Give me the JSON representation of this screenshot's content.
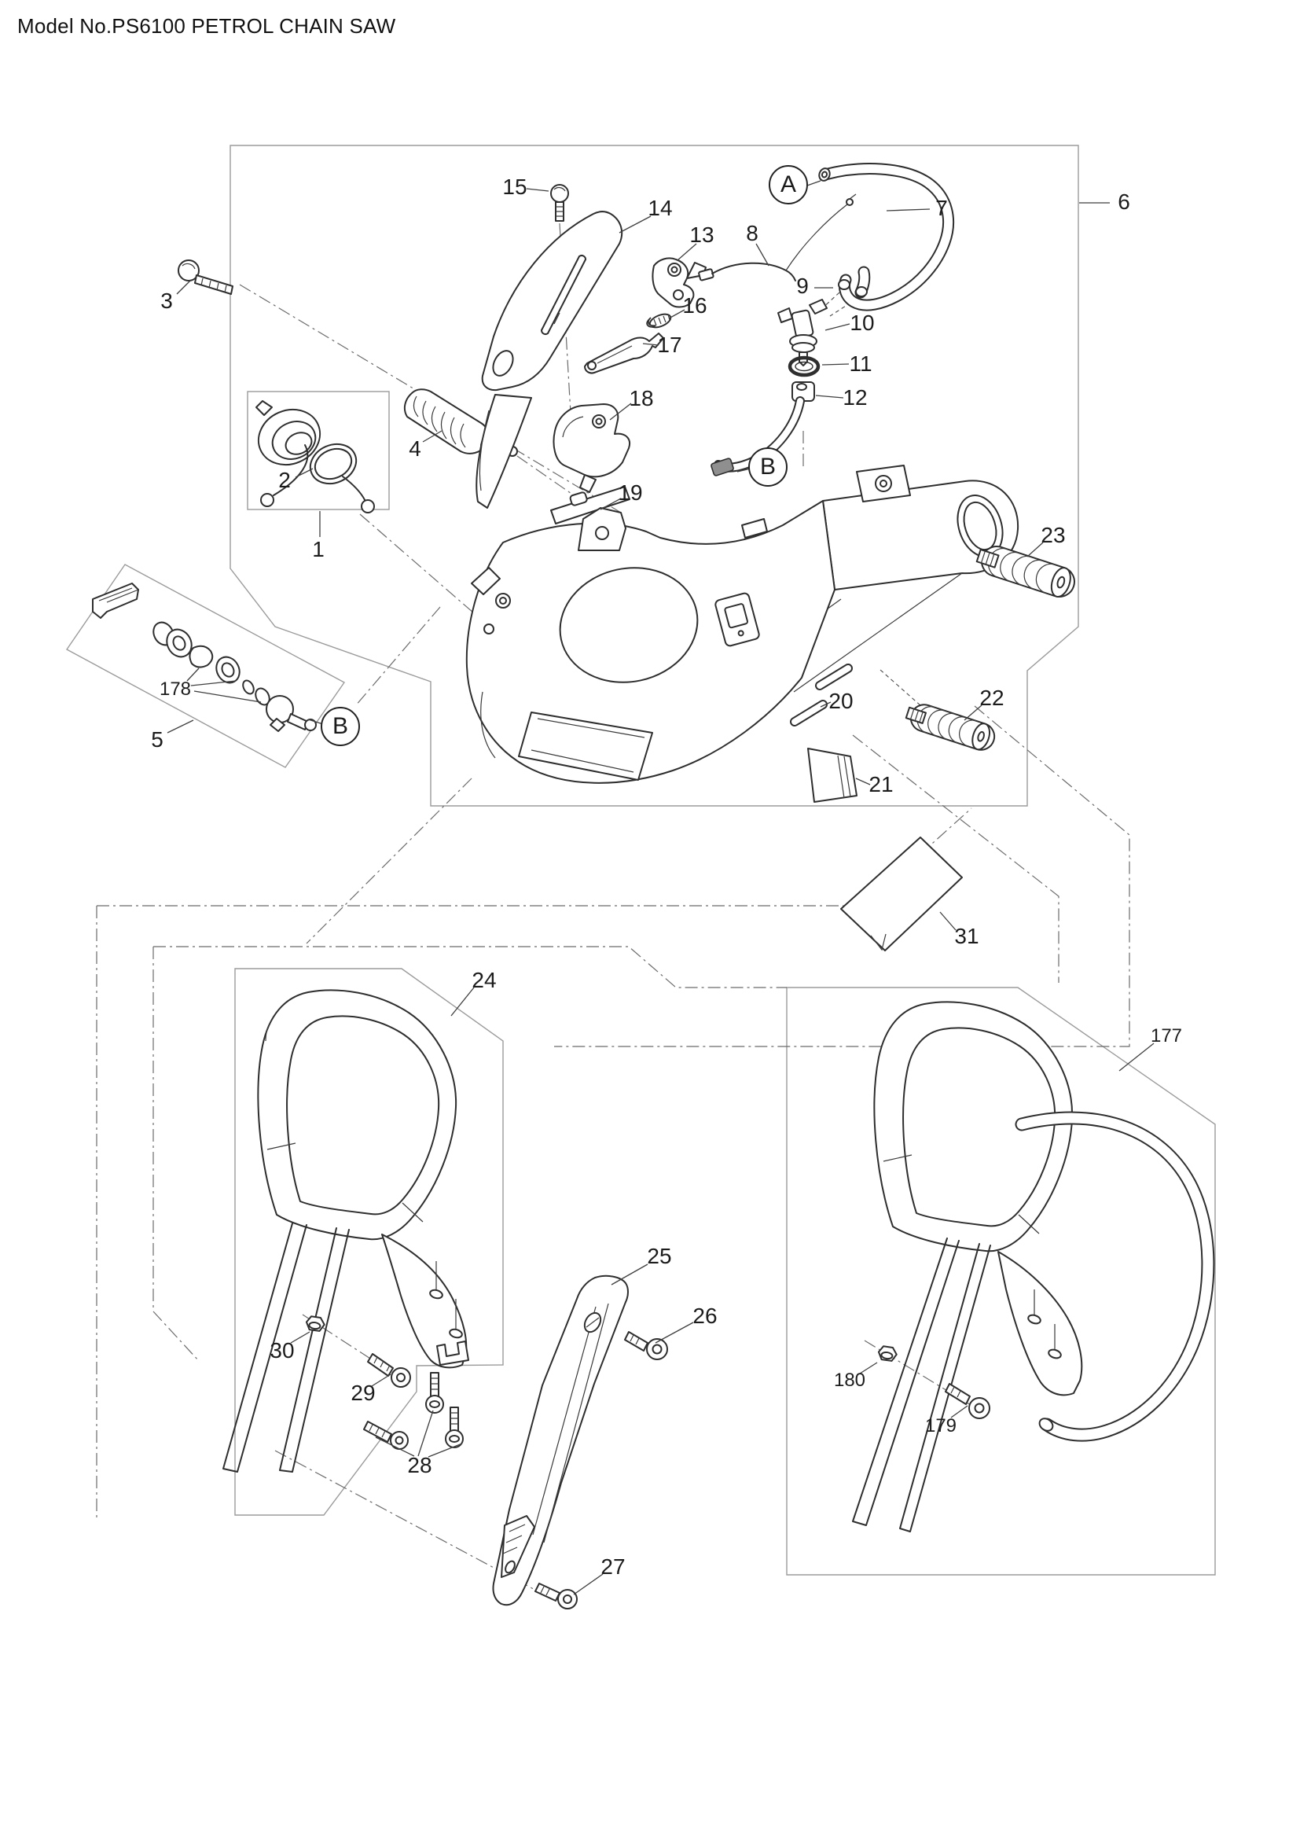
{
  "title": "Model No.PS6100 PETROL CHAIN SAW",
  "colors": {
    "line": "#2e2e2e",
    "box": "#9b9b9b",
    "label": "#1c1c1c",
    "background": "#ffffff"
  },
  "badges": {
    "A": "A",
    "B": "B"
  },
  "labels": {
    "1": "1",
    "2": "2",
    "3": "3",
    "4": "4",
    "5": "5",
    "6": "6",
    "7": "7",
    "8": "8",
    "9": "9",
    "10": "10",
    "11": "11",
    "12": "12",
    "13": "13",
    "14": "14",
    "15": "15",
    "16": "16",
    "17": "17",
    "18": "18",
    "19": "19",
    "20": "20",
    "21": "21",
    "22": "22",
    "23": "23",
    "24": "24",
    "25": "25",
    "26": "26",
    "27": "27",
    "28": "28",
    "29": "29",
    "30": "30",
    "31": "31",
    "177": "177",
    "178": "178",
    "179": "179",
    "180": "180"
  }
}
